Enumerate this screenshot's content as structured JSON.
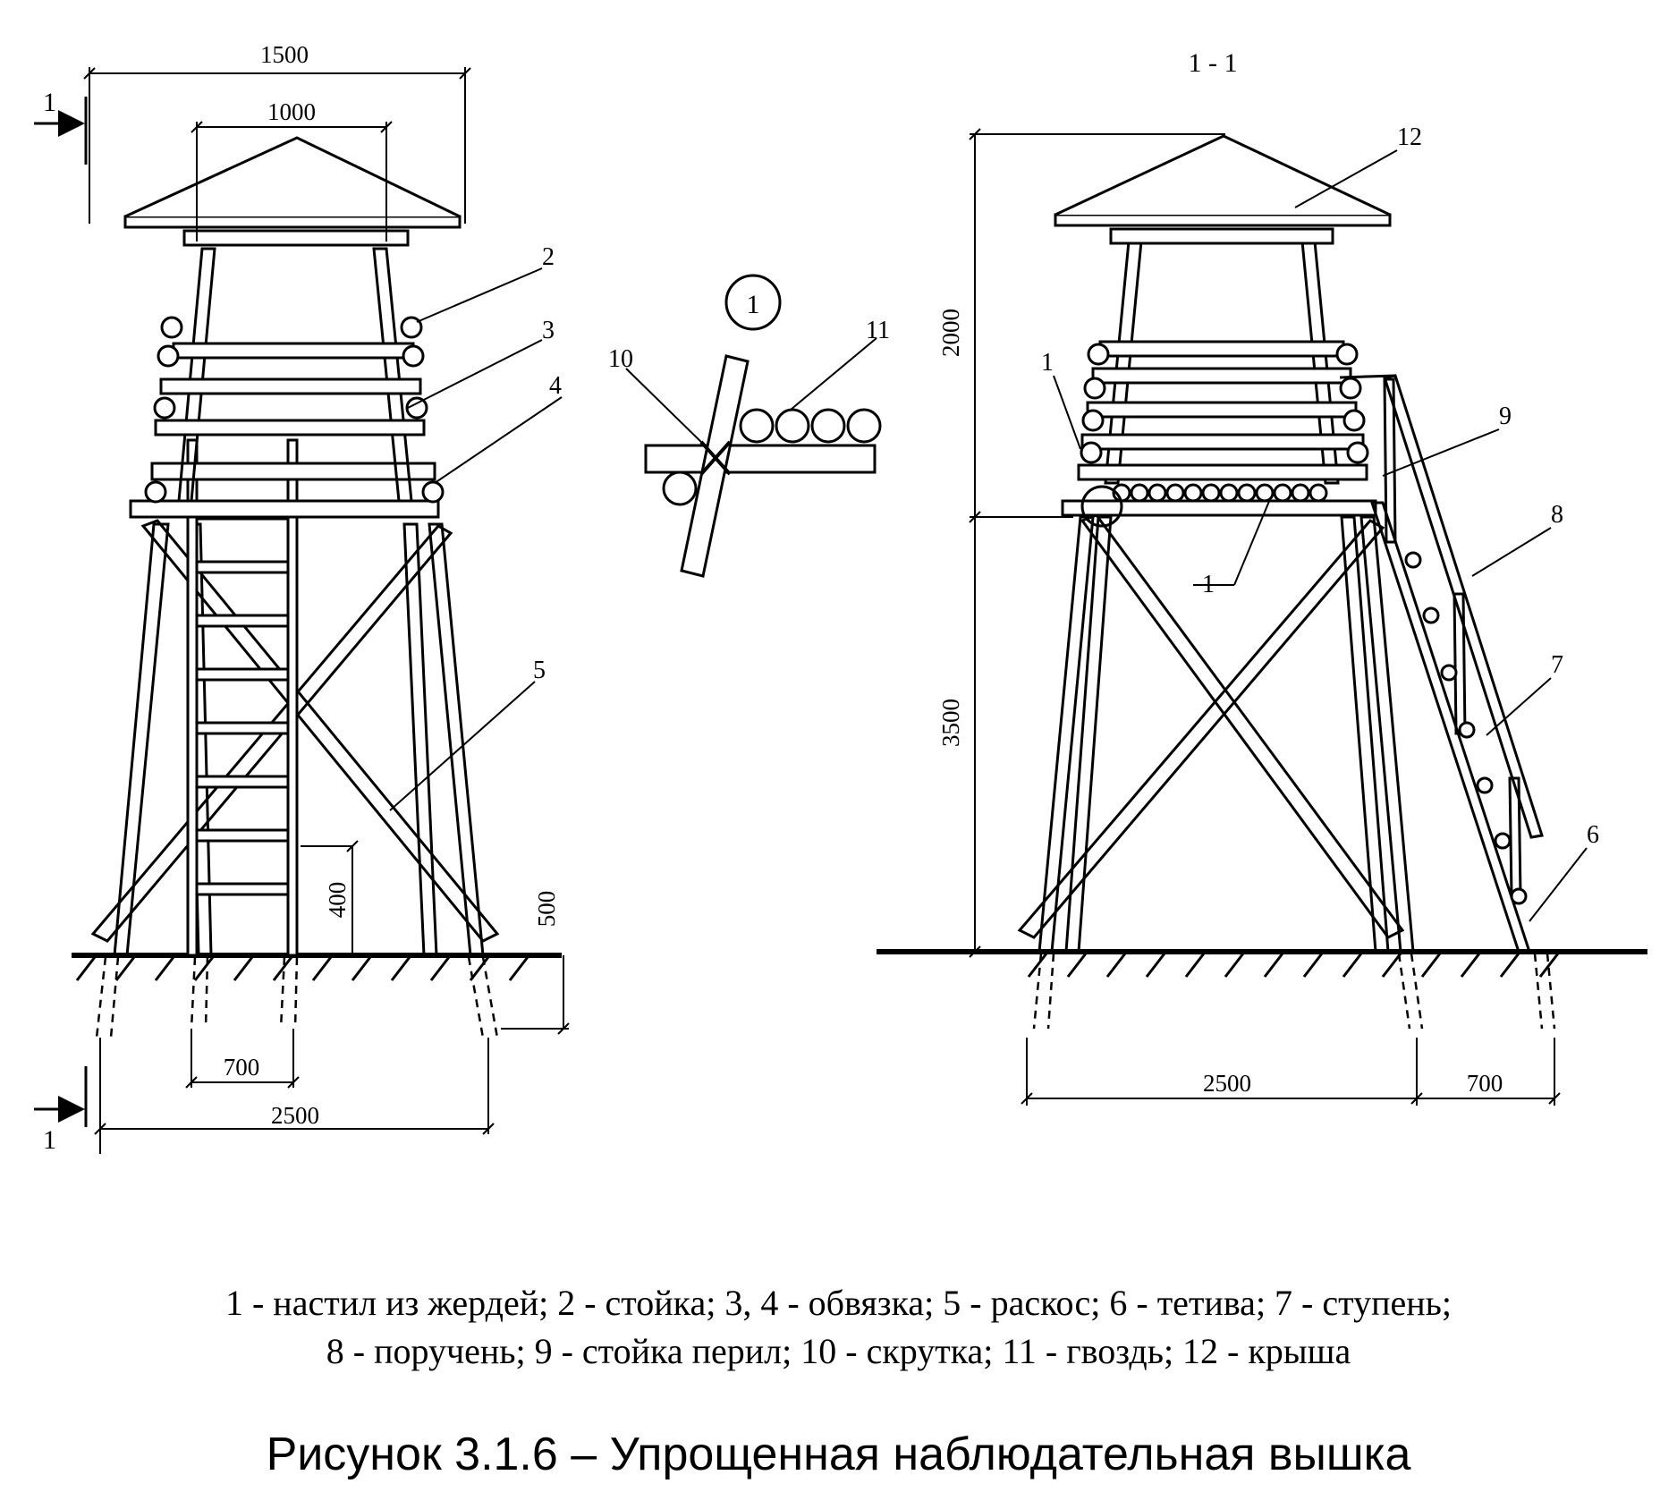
{
  "figure": {
    "dimensions": {
      "top_outer": "1500",
      "top_inner": "1000",
      "height_upper": "2000",
      "height_lower": "3500",
      "ladder_gap": "400",
      "embed_depth": "500",
      "ladder_width": "700",
      "base_front": "2500",
      "base_side": "2500",
      "ladder_offset_side": "700"
    },
    "section_marks": {
      "top": "1",
      "bottom": "1",
      "section_title": "1 - 1"
    },
    "detail_marker": "1",
    "callouts": {
      "post": "2",
      "tie_3": "3",
      "tie_4": "4",
      "brace": "5",
      "deck_upper": "1",
      "deck_lower": "1",
      "stringer": "6",
      "step": "7",
      "handrail": "8",
      "rail_post": "9",
      "twist": "10",
      "nail": "11",
      "roof": "12"
    }
  },
  "legend": {
    "line1": "1 - настил из жердей; 2 - стойка; 3, 4 - обвязка; 5 - раскос; 6 - тетива; 7 - ступень;",
    "line2": "8 - поручень; 9 - стойка перил; 10 - скрутка; 11 - гвоздь; 12 - крыша"
  },
  "caption": "Рисунок 3.1.6 – Упрощенная наблюдательная вышка"
}
